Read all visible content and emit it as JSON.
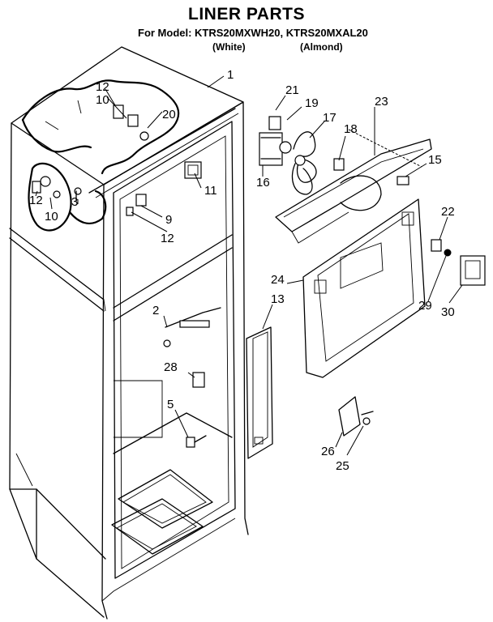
{
  "header": {
    "title": "LINER PARTS",
    "model_line": "For Model: KTRS20MXWH20, KTRS20MXAL20",
    "variant_white": "(White)",
    "variant_almond": "(Almond)"
  },
  "callouts": [
    "1",
    "12",
    "10",
    "20",
    "12",
    "10",
    "3",
    "11",
    "9",
    "12",
    "2",
    "28",
    "5",
    "13",
    "21",
    "19",
    "17",
    "18",
    "23",
    "15",
    "16",
    "22",
    "24",
    "29",
    "30",
    "26",
    "25"
  ]
}
